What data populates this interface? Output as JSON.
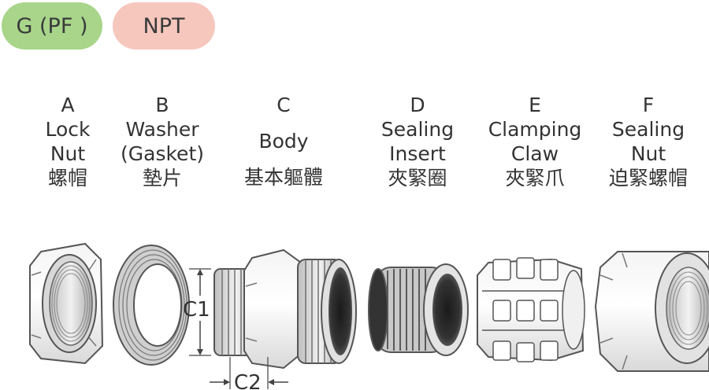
{
  "tags": [
    {
      "text": "G (PF )",
      "color": "#a8d58a"
    },
    {
      "text": "NPT",
      "color": "#f6c7bd"
    }
  ],
  "parts": [
    {
      "letter": "A",
      "line1": "Lock",
      "line2": "Nut",
      "cn": "螺帽"
    },
    {
      "letter": "B",
      "line1": "Washer",
      "line2": "(Gasket)",
      "cn": "墊片"
    },
    {
      "letter": "C",
      "line1": "Body",
      "line2": "",
      "cn": "基本軀體"
    },
    {
      "letter": "D",
      "line1": "Sealing",
      "line2": "Insert",
      "cn": "夾緊圈"
    },
    {
      "letter": "E",
      "line1": "Clamping",
      "line2": "Claw",
      "cn": "夾緊爪"
    },
    {
      "letter": "F",
      "line1": "Sealing",
      "line2": "Nut",
      "cn": "迫緊螺帽"
    }
  ],
  "dimensions": {
    "c1": "C1",
    "c2": "C2"
  }
}
